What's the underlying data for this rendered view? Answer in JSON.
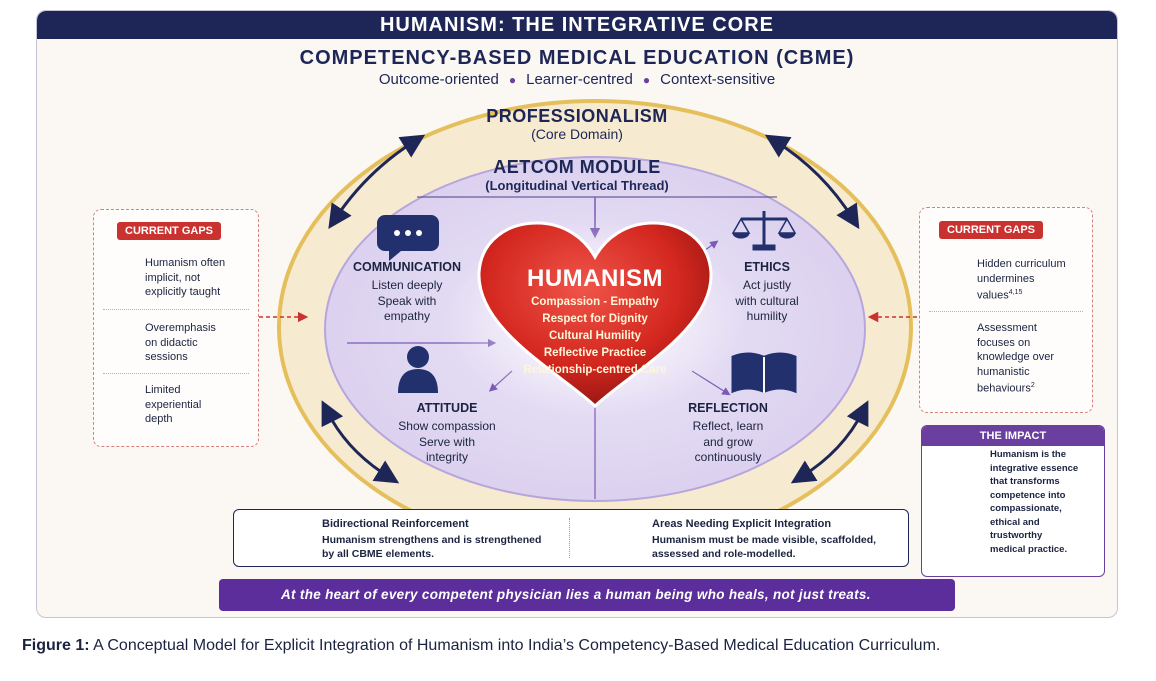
{
  "banner": "HUMANISM: THE INTEGRATIVE CORE",
  "cbme": {
    "title": "COMPETENCY-BASED MEDICAL EDUCATION (CBME)",
    "attributes": [
      "Outcome-oriented",
      "Learner-centred",
      "Context-sensitive"
    ]
  },
  "professionalism": {
    "title": "PROFESSIONALISM",
    "subtitle": "(Core Domain)"
  },
  "aetcom": {
    "title": "AETCOM MODULE",
    "subtitle": "(Longitudinal Vertical Thread)"
  },
  "humanism": {
    "title": "HUMANISM",
    "lines": [
      "Compassion - Empathy",
      "Respect for Dignity",
      "Cultural Humility",
      "Reflective Practice",
      "Relationship-centred Care"
    ]
  },
  "domains": {
    "communication": {
      "name": "COMMUNICATION",
      "desc": [
        "Listen deeply",
        "Speak with",
        "empathy"
      ],
      "icon": "speech-bubble-icon"
    },
    "ethics": {
      "name": "ETHICS",
      "desc": [
        "Act justly",
        "with cultural",
        "humility"
      ],
      "icon": "scales-icon"
    },
    "attitude": {
      "name": "ATTITUDE",
      "desc": [
        "Show compassion",
        "Serve with",
        "integrity"
      ],
      "icon": "person-icon"
    },
    "reflection": {
      "name": "REFLECTION",
      "desc": [
        "Reflect, learn",
        "and grow",
        "continuously"
      ],
      "icon": "open-book-icon"
    }
  },
  "left_gaps": {
    "label": "CURRENT GAPS",
    "items": [
      {
        "text": [
          "Humanism often",
          "implicit, not",
          "explicitly taught"
        ],
        "icon": "hidden-eye-icon"
      },
      {
        "text": [
          "Overemphasis",
          "on didactic",
          "sessions"
        ],
        "icon": "presentation-icon"
      },
      {
        "text": [
          "Limited",
          "experiential",
          "depth"
        ],
        "icon": "clock-icon"
      }
    ]
  },
  "right_gaps": {
    "label": "CURRENT GAPS",
    "items": [
      {
        "text": [
          "Hidden curriculum",
          "undermines",
          "values"
        ],
        "sup": "4,15",
        "icon": "people-icon"
      },
      {
        "text": [
          "Assessment",
          "focuses on",
          "knowledge over",
          "humanistic",
          "behaviours"
        ],
        "sup": "2",
        "icon": "checklist-icon"
      }
    ]
  },
  "impact": {
    "label": "THE IMPACT",
    "text": [
      "Humanism is the",
      "integrative essence",
      "that transforms",
      "competence into",
      "compassionate,",
      "ethical and",
      "trustworthy",
      "medical practice."
    ],
    "icon": "heart-in-hands-icon"
  },
  "legend": {
    "bidirectional": {
      "title": "Bidirectional Reinforcement",
      "text": [
        "Humanism strengthens and is strengthened",
        "by all CBME elements."
      ]
    },
    "integration": {
      "title": "Areas Needing Explicit Integration",
      "text": [
        "Humanism must be made visible, scaffolded,",
        "assessed and role-modelled."
      ]
    }
  },
  "footer": {
    "quote": "At the heart of every competent physician lies a human being who heals, not just treats.",
    "icon": "heart-in-hands-icon"
  },
  "caption": {
    "label": "Figure 1:",
    "text": "A Conceptual Model for Explicit Integration of Humanism into India’s Competency-Based Medical Education Curriculum."
  },
  "colors": {
    "navy": "#1d2656",
    "purple": "#6b3fa0",
    "red": "#c9322f",
    "gold": "#e8c36a",
    "lavender": "#dcd3ee"
  }
}
